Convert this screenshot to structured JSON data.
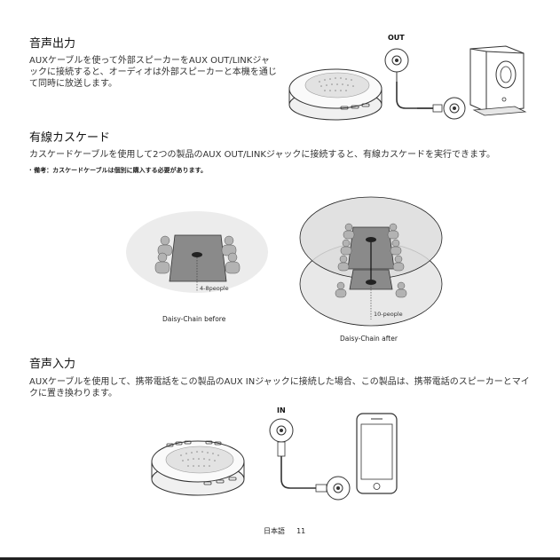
{
  "sections": {
    "audio_out": {
      "heading": "音声出力",
      "body": "AUXケーブルを使って外部スピーカーをAUX OUT/LINKジャックに接続すると、オーディオは外部スピーカーと本機を通じて同時に放送します。",
      "port_label": "OUT"
    },
    "cascade": {
      "heading": "有線カスケード",
      "body": "カスケードケーブルを使用して2つの製品のAUX OUT/LINKジャックに接続すると、有線カスケードを実行できます。",
      "note": "· 備考：カスケードケーブルは個別に購入する必要があります。",
      "before_people": "4-8people",
      "before_caption": "Daisy-Chain before",
      "after_people": "10-people",
      "after_caption": "Daisy-Chain after"
    },
    "audio_in": {
      "heading": "音声入力",
      "body": "AUXケーブルを使用して、携帯電話をこの製品のAUX INジャックに接続した場合、この製品は、携帯電話のスピーカーとマイクに置き換わります。",
      "port_label": "IN"
    }
  },
  "footer": {
    "language": "日本語",
    "page_number": "11"
  },
  "colors": {
    "table": "#8a8a8a",
    "person": "#b3b3b3",
    "ellipse": "#ececec",
    "line": "#333333"
  }
}
